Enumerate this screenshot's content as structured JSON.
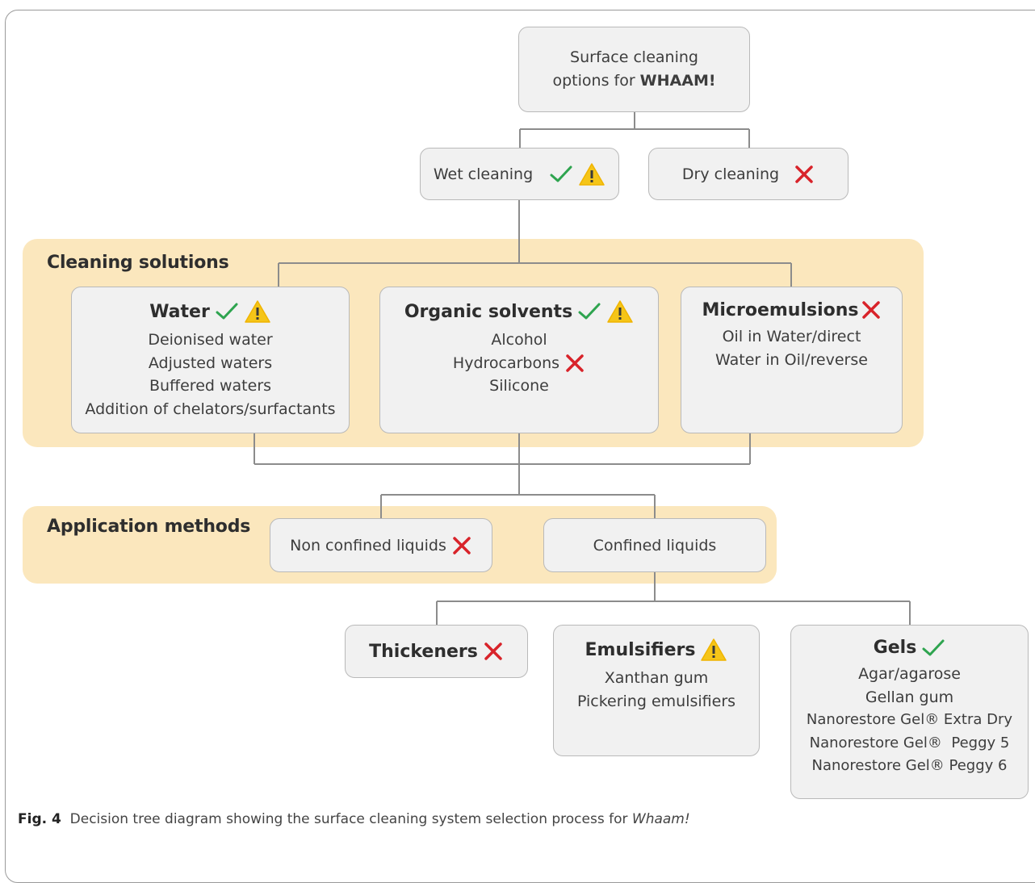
{
  "root": {
    "line1": "Surface cleaning",
    "line2_prefix": "options for ",
    "line2_bold": "WHAAM!"
  },
  "wet_cleaning": {
    "label": "Wet cleaning"
  },
  "dry_cleaning": {
    "label": "Dry cleaning"
  },
  "cleaning_solutions": {
    "title": "Cleaning solutions",
    "water": {
      "title": "Water",
      "items": [
        "Deionised water",
        "Adjusted waters",
        "Buffered waters",
        "Addition of chelators/surfactants"
      ]
    },
    "organic": {
      "title": "Organic solvents",
      "items": [
        "Alcohol",
        "Hydrocarbons",
        "Silicone"
      ]
    },
    "micro": {
      "title": "Microemulsions",
      "items": [
        "Oil in Water/direct",
        "Water in Oil/reverse"
      ]
    }
  },
  "application_methods": {
    "title": "Application methods",
    "non_confined": "Non confined liquids",
    "confined": "Confined liquids"
  },
  "thickeners": {
    "title": "Thickeners"
  },
  "emulsifiers": {
    "title": "Emulsifiers",
    "items": [
      "Xanthan gum",
      "Pickering emulsifiers"
    ]
  },
  "gels": {
    "title": "Gels",
    "items": [
      "Agar/agarose",
      "Gellan gum",
      "Nanorestore Gel® Extra Dry",
      "Nanorestore Gel®  Peggy 5",
      "Nanorestore Gel® Peggy 6"
    ]
  },
  "caption": {
    "label": "Fig. 4",
    "text": "Decision tree diagram showing the surface cleaning system selection process for ",
    "italic": "Whaam!"
  },
  "colors": {
    "check": "#2ea44f",
    "cross": "#d8232a",
    "warning_fill": "#f5c518",
    "band": "#fbe7bd",
    "box": "#f1f1f1"
  }
}
